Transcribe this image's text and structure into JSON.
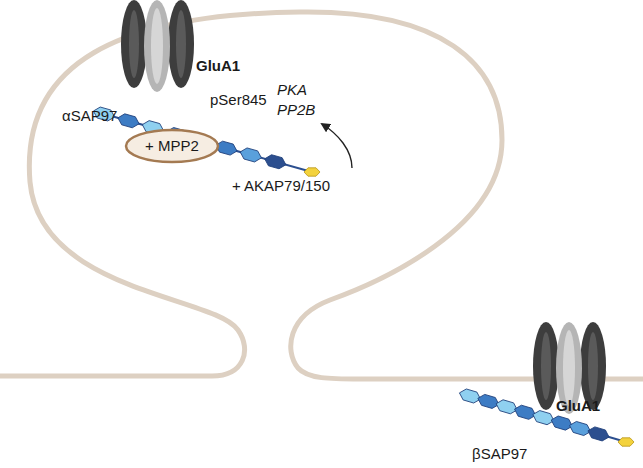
{
  "diagram": {
    "nodes": [
      {
        "text": [
          "+ MPP2"
        ]
      }
    ],
    "labels": [
      "GluA1",
      "αSAP97",
      "pSer845",
      "PKA",
      "PP2B",
      "+ AKAP79/150",
      "GluA1",
      "βSAP97"
    ]
  }
}
